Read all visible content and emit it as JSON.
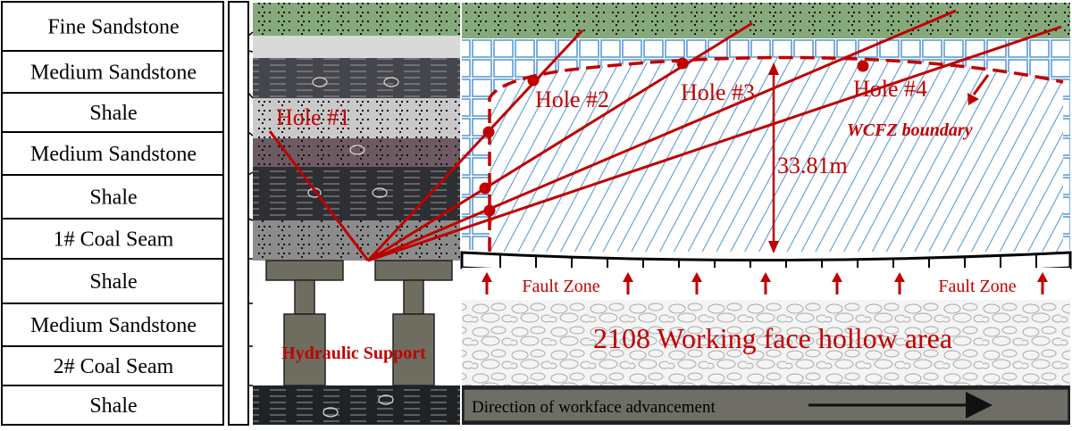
{
  "strata_labels": [
    "Fine Sandstone",
    "Medium Sandstone",
    "Shale",
    "Medium Sandstone",
    "Shale",
    "1# Coal Seam",
    "Shale",
    "Medium Sandstone",
    "2# Coal Seam",
    "Shale"
  ],
  "holes": [
    "Hole #1",
    "Hole #2",
    "Hole #3",
    "Hole #4"
  ],
  "wcfz_label": "WCFZ boundary",
  "height_label": "33.81m",
  "fault_zone_left": "Fault Zone",
  "fault_zone_right": "Fault Zone",
  "hollow_area_label": "2108 Working face hollow area",
  "support_label": "Hydraulic Support",
  "direction_label": "Direction of workface advancement",
  "colors": {
    "annotation_red": "#c00000",
    "fracture_blue": "#5b9bd5",
    "fine_sandstone_green": "#86a97c",
    "dark_rock": "#3a3a3e",
    "light_rock": "#c8c8c8",
    "support_grey": "#6e6d60",
    "direction_bar": "#6e6e66"
  }
}
